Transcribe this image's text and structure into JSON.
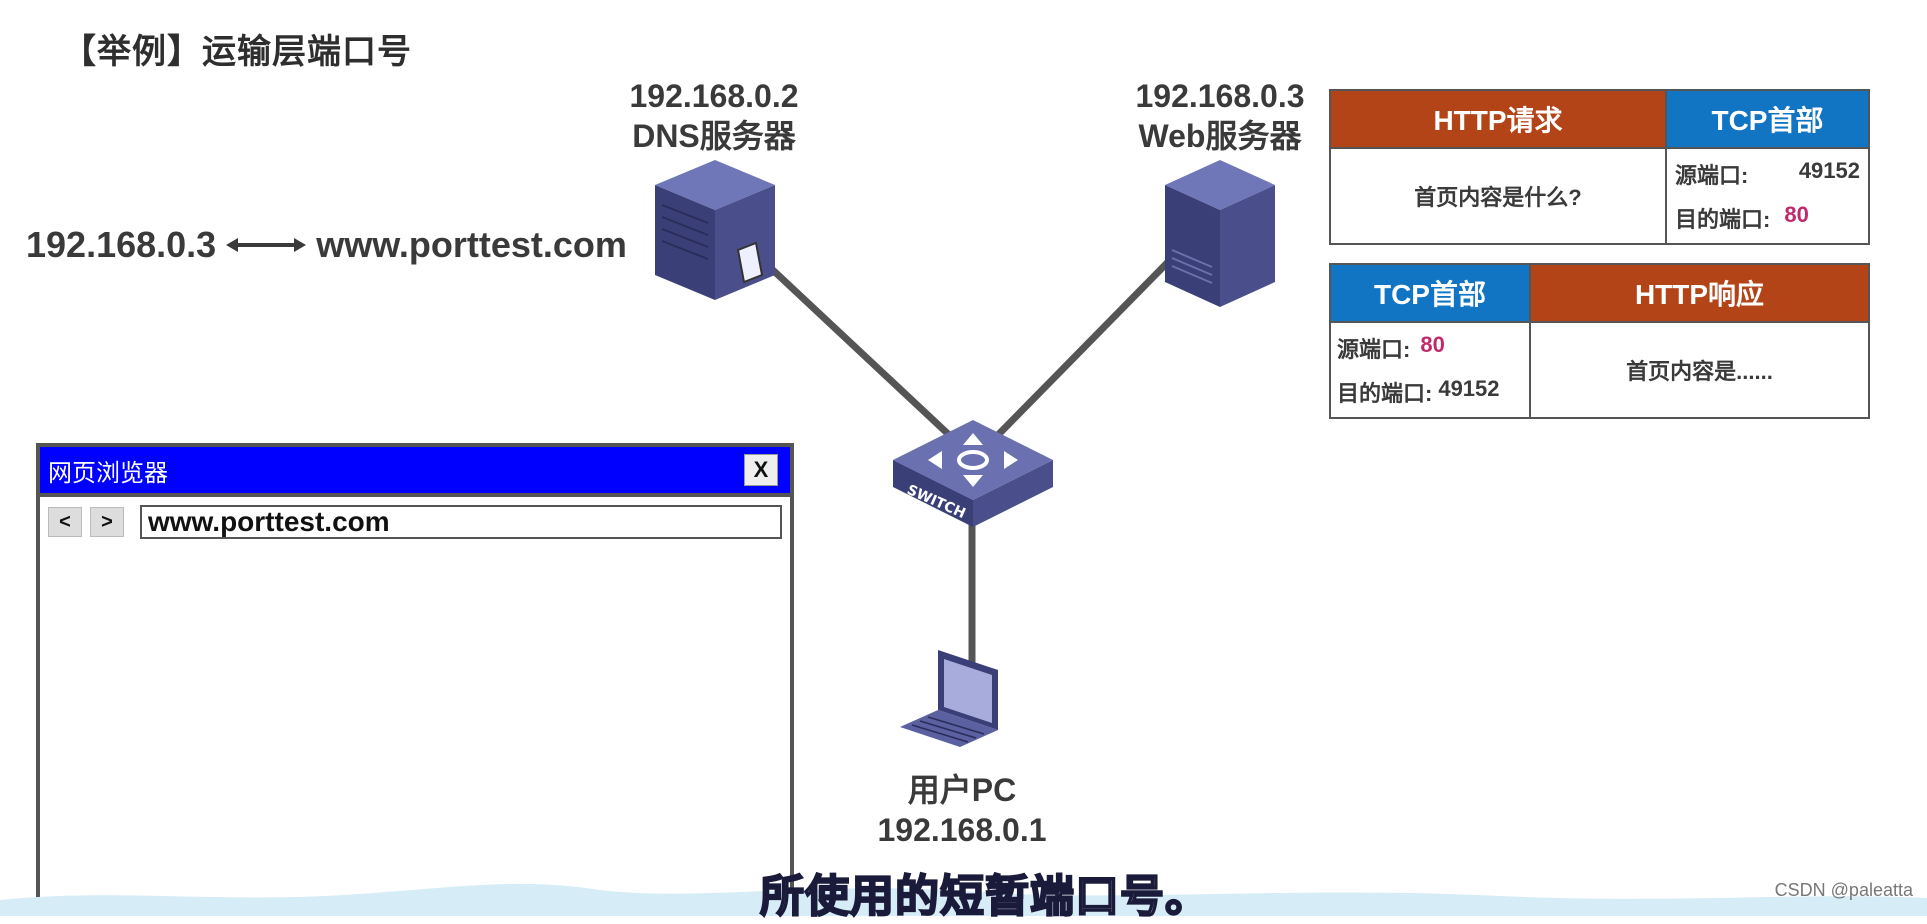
{
  "title": "【举例】运输层端口号",
  "dns_server": {
    "ip": "192.168.0.2",
    "name": "DNS服务器"
  },
  "web_server": {
    "ip": "192.168.0.3",
    "name": "Web服务器"
  },
  "user_pc": {
    "name": "用户PC",
    "ip": "192.168.0.1"
  },
  "switch_label": "SWITCH",
  "dns_mapping": {
    "ip": "192.168.0.3",
    "domain": "www.porttest.com"
  },
  "request_msg": {
    "http_header": "HTTP请求",
    "tcp_header": "TCP首部",
    "http_body": "首页内容是什么?",
    "src_label": "源端口:",
    "src_port": "49152",
    "dst_label": "目的端口:",
    "dst_port": "80"
  },
  "response_msg": {
    "tcp_header": "TCP首部",
    "http_header": "HTTP响应",
    "src_label": "源端口:",
    "src_port": "80",
    "dst_label": "目的端口:",
    "dst_port": "49152",
    "http_body": "首页内容是......"
  },
  "browser": {
    "title": "网页浏览器",
    "close_label": "X",
    "back_label": "<",
    "forward_label": ">",
    "url": "www.porttest.com"
  },
  "subtitle": "所使用的短暂端口号。",
  "watermark": "CSDN @paleatta",
  "colors": {
    "http": "#b34418",
    "tcp": "#1275c4",
    "port_highlight": "#c02a6b",
    "browser_bar": "#0000ff",
    "device": "#4a4f8c"
  }
}
